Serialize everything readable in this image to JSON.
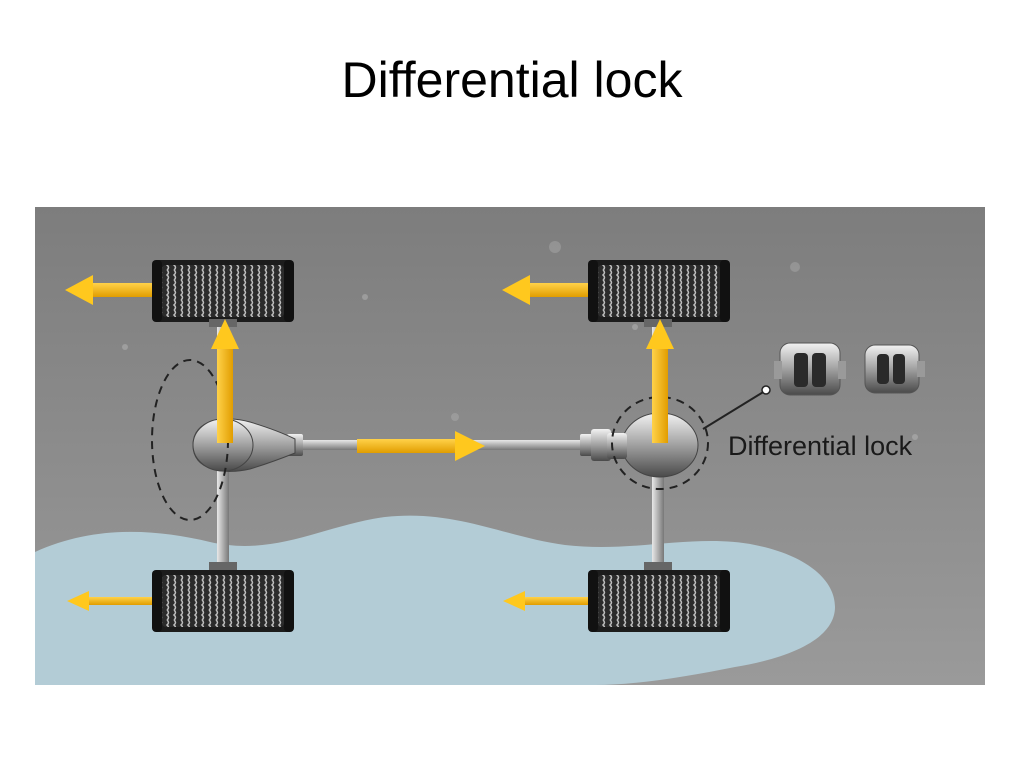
{
  "slide": {
    "title": "Differential lock"
  },
  "diagram": {
    "callout_label": "Differential lock",
    "colors": {
      "ground": "#8c8c8c",
      "water": "#b3ccd6",
      "arrow": "#f5b400",
      "tire": "#2a2a2a",
      "dashed_outline": "#222222"
    },
    "elements": [
      "front-left-tire",
      "front-right-tire",
      "rear-left-tire",
      "rear-right-tire",
      "front-differential",
      "rear-differential",
      "driveshaft",
      "differential-lock-parts"
    ]
  }
}
